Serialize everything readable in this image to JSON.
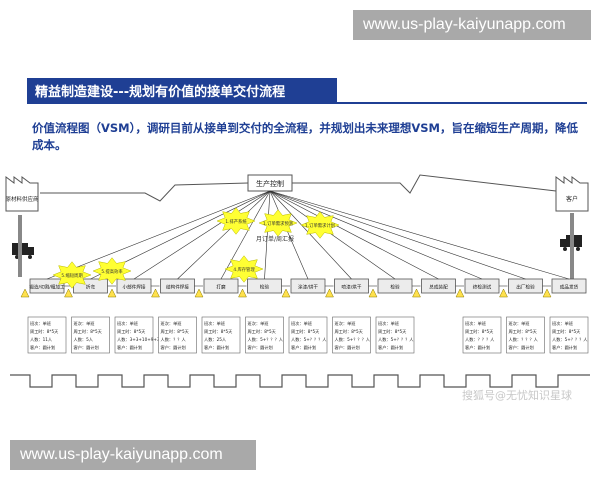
{
  "watermark_top": "www.us-play-kaiyunapp.com",
  "watermark_bottom": "www.us-play-kaiyunapp.com",
  "title": "精益制造建设---规划有价值的接单交付流程",
  "description": "价值流程图（VSM），调研目前从接单到交付的全流程，并规划出未来理想VSM，旨在缩短生产周期，降低成本。",
  "supplier_label": "原材料供应商",
  "customer_label": "客户",
  "control_label": "生产控制",
  "order_label": "月订单/周汇报",
  "kaizen_bursts": [
    "1.排产系统",
    "1.订单需求预测",
    "1.订单需求计划",
    "4.库存管理",
    "5.提高效率",
    "5.缩短周期"
  ],
  "process_steps": [
    "锻造/切割/粗加工",
    "折弯",
    "小部件焊接",
    "结构件焊接",
    "打磨",
    "检验",
    "涂漆/烘干",
    "喷漆/烘干",
    "检验",
    "总成装配",
    "终检测试",
    "出厂检验",
    "成品发货"
  ],
  "data_boxes": [
    [
      "班次：单班",
      "周工时：8*5天",
      "人数：11人",
      "客户：圆计划"
    ],
    [
      "班次：单班",
      "周工时：8*5天",
      "人数：5人",
      "客户：圆计划"
    ],
    [
      "班次：单班",
      "周工时：8*5天",
      "人数：3+3+10+9+3",
      "客户：圆计划"
    ],
    [
      "班次：单班",
      "周工时：8*5天",
      "人数：？？人",
      "客户：圆计划"
    ],
    [
      "班次：单班",
      "周工时：8*5天",
      "人数：25人",
      "客户：圆计划"
    ],
    [
      "班次：单班",
      "周工时：8*5天",
      "人数：5+？？？人",
      "客户：圆计划"
    ],
    [
      "班次：单班",
      "周工时：8*5天",
      "人数：5+？？？人",
      "客户：圆计划"
    ],
    [
      "班次：单班",
      "周工时：8*5天",
      "人数：5+？？？人",
      "客户：圆计划"
    ],
    [
      "班次：单班",
      "周工时：8*5天",
      "人数：5+？？？人",
      "客户：圆计划"
    ],
    [
      "班次：单班",
      "周工时：8*5天",
      "人数：？？？人",
      "客户：圆计划"
    ],
    [
      "班次：单班",
      "周工时：8*5天",
      "人数：？？？人",
      "客户：圆计划"
    ],
    [
      "班次：单班",
      "周工时：8*5天",
      "人数：5+？？？人",
      "客户：圆计划"
    ]
  ],
  "source_credit": "搜狐号@无忧知识星球",
  "colors": {
    "title_bar": "#1f3f94",
    "burst": "#ffff33",
    "inventory": "#ffe14d",
    "process": "#ececec"
  }
}
